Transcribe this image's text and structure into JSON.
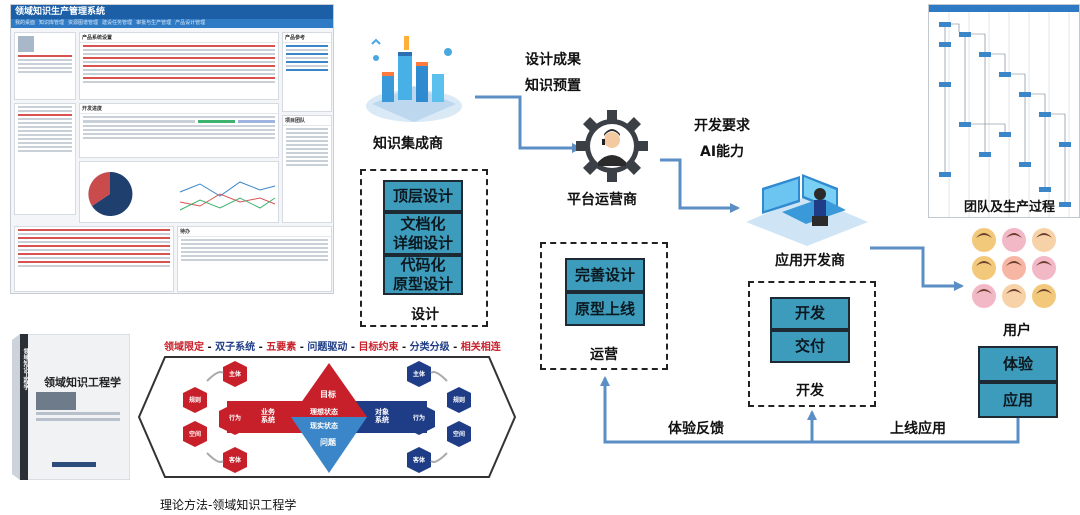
{
  "screenshot": {
    "title": "领域知识生产管理系统",
    "nav": [
      "我的桌面",
      "知识库管理",
      "资源图谱管理",
      "建设任务管理",
      "审批与生产管理",
      "产品设计管理"
    ],
    "panels": {
      "products": "产品系统设置",
      "reference": "产品参考",
      "schedule": "开发进度",
      "team": "项目团队",
      "tasks": "待办"
    }
  },
  "book": {
    "title": "领域知识工程学",
    "spine": "领域知识工程学"
  },
  "principles": {
    "items": [
      "领域限定",
      "双子系统",
      "五要素",
      "问题驱动",
      "目标约束",
      "分类分级",
      "相关相连"
    ],
    "separator": " - "
  },
  "hexagon": {
    "left_nodes": [
      "主体",
      "规则",
      "行为",
      "空间",
      "客体"
    ],
    "right_nodes": [
      "主体",
      "规则",
      "行为",
      "空间",
      "客体"
    ],
    "left_center": "业务\n系统",
    "right_center": "对象\n系统",
    "triangle_top": "目标",
    "triangle_mid": "理想状态",
    "triangle_low": "现实状态",
    "triangle_bottom": "问题"
  },
  "caption_theory": "理论方法-领域知识工程学",
  "integrator": {
    "label": "知识集成商",
    "arrow_label_1": "设计成果",
    "arrow_label_2": "知识预置"
  },
  "design": {
    "boxes": [
      "顶层设计",
      "文档化\n详细设计",
      "代码化\n原型设计"
    ],
    "label": "设计"
  },
  "platform": {
    "label": "平台运营商",
    "arrow_label_1": "开发要求",
    "arrow_label_2": "AI能力"
  },
  "operation": {
    "boxes": [
      "完善设计",
      "原型上线"
    ],
    "label": "运营"
  },
  "developer": {
    "label": "应用开发商"
  },
  "develop": {
    "boxes": [
      "开发",
      "交付"
    ],
    "label": "开发"
  },
  "team": {
    "label": "团队及生产过程"
  },
  "users": {
    "label": "用户",
    "boxes": [
      "体验",
      "应用"
    ]
  },
  "feedback": {
    "experience": "体验反馈",
    "online": "上线应用"
  },
  "colors": {
    "teal": "#3d9cbc",
    "arrow": "#5b8ec4",
    "red": "#c8202a",
    "navy": "#1f3d86"
  }
}
